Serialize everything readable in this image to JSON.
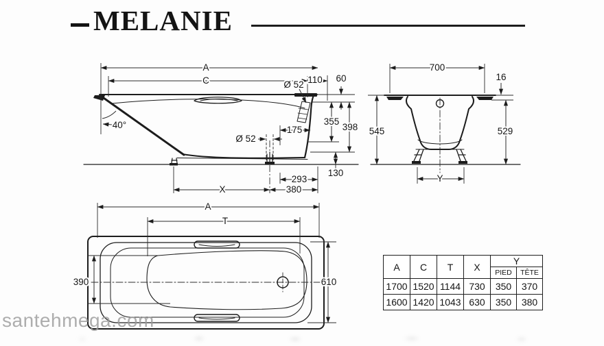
{
  "title": {
    "text": "MELANIE"
  },
  "watermark": {
    "text": "santehmega.com"
  },
  "views": {
    "side": {
      "dims": {
        "a": "A",
        "c": "C",
        "n110": "110",
        "n60": "60",
        "dia52_top": "Ø 52",
        "n355": "355",
        "n398": "398",
        "n175": "175",
        "dia52_bottom": "Ø 52",
        "n130": "130",
        "n293": "293",
        "n380": "380",
        "x": "X",
        "angle": "40°"
      }
    },
    "end": {
      "dims": {
        "n700": "700",
        "n16": "16",
        "n545": "545",
        "n529": "529",
        "y": "Y"
      }
    },
    "top": {
      "dims": {
        "a": "A",
        "t": "T",
        "n390": "390",
        "n610": "610"
      }
    }
  },
  "table": {
    "col_headers": [
      "A",
      "C",
      "T",
      "X"
    ],
    "y_header": "Y",
    "y_sub": [
      "PIED",
      "TÊTE"
    ],
    "rows": [
      [
        "1700",
        "1520",
        "1144",
        "730",
        "350",
        "370"
      ],
      [
        "1600",
        "1420",
        "1043",
        "630",
        "350",
        "380"
      ]
    ]
  }
}
